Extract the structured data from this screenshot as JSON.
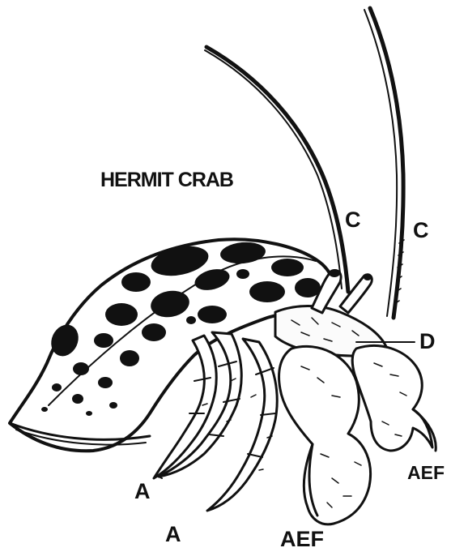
{
  "title": "HERMIT CRAB",
  "labels": {
    "antenna_left": "C",
    "antenna_right": "C",
    "mouthpart": "D",
    "walking_leg_upper": "A",
    "walking_leg_lower": "A",
    "claw_front": "AEF",
    "claw_right": "AEF"
  }
}
